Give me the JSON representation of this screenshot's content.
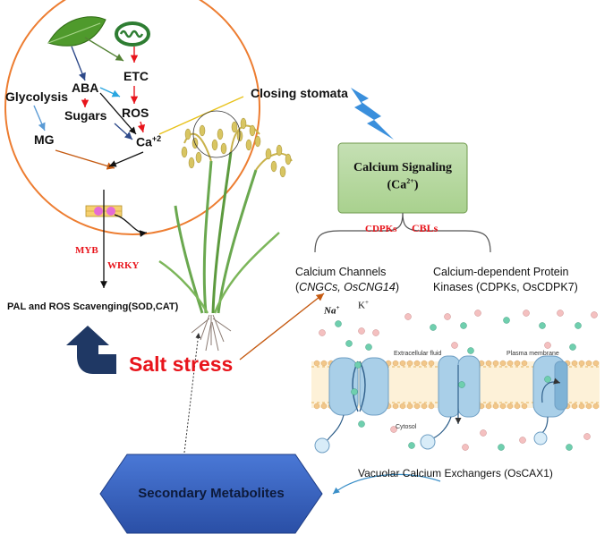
{
  "circle": {
    "glycolysis": "Glycolysis",
    "aba": "ABA",
    "etc": "ETC",
    "sugars": "Sugars",
    "ros": "ROS",
    "mg": "MG",
    "ca": "Ca",
    "ca_sup": "+2"
  },
  "left": {
    "myb": "MYB",
    "wrky": "WRKY",
    "pal": "PAL and ROS Scavenging(SOD,CAT)"
  },
  "salt_stress": "Salt stress",
  "closing_stomata": "Closing stomata",
  "calcium_box": {
    "line1": "Calcium Signaling",
    "line2": "(Ca",
    "sup": "2+",
    "close": ")"
  },
  "branches": {
    "cdpks": "CDPKs",
    "cbls": "CBLs"
  },
  "channels": {
    "line1": "Calcium Channels",
    "open": "(",
    "italic": "CNGCs, OsCNG14",
    "close": ")"
  },
  "kinases": {
    "line1": "Calcium-dependent Protein",
    "line2": "Kinases (CDPKs, OsCDPK7)"
  },
  "membrane": {
    "na": "Na",
    "na_sup": "+",
    "k": "K",
    "k_sup": "+",
    "extracellular": "Extracellular fluid",
    "plasma": "Plasma membrane",
    "cytosol": "Cytosol"
  },
  "vacuolar": "Vacuolar Calcium Exchangers (OsCAX1)",
  "secondary": "Secondary Metabolites",
  "colors": {
    "red": "#e8141b",
    "green_box": "#a9d18e",
    "hexagon": "#2f59b8",
    "circle_border": "#ed7d31",
    "dark_arrow": "#1f3864"
  }
}
